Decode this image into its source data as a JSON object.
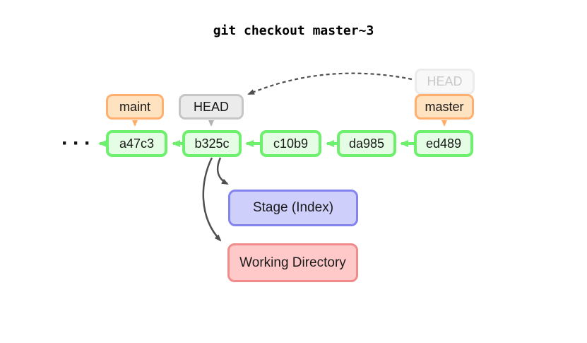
{
  "title": "git checkout master~3",
  "ellipsis": "···",
  "commits": [
    {
      "id": "a47c3"
    },
    {
      "id": "b325c"
    },
    {
      "id": "c10b9"
    },
    {
      "id": "da985"
    },
    {
      "id": "ed489"
    }
  ],
  "refs": {
    "maint": "maint",
    "head": "HEAD",
    "master": "master",
    "previous_head": "HEAD"
  },
  "areas": {
    "stage": "Stage (Index)",
    "working_directory": "Working Directory"
  },
  "colors": {
    "text": "#1a1a1a",
    "green-border": "#6ef06e",
    "green-fill": "#e4fde4",
    "orange-border": "#ffb070",
    "orange-fill": "#ffe2c0",
    "orange-arrow": "#ffad66",
    "gray-border": "#c6c6c6",
    "gray-fill": "#ebebeb",
    "gray-arrow": "#b3b3b3",
    "ghost-border": "#ececec",
    "ghost-fill": "#f8f8f8",
    "ghost-text": "#c9c9c9",
    "stage-border": "#8484ee",
    "stage-fill": "#cfcffc",
    "wd-border": "#f08c8c",
    "wd-fill": "#ffc9c9",
    "dark": "#4f4f4f"
  }
}
